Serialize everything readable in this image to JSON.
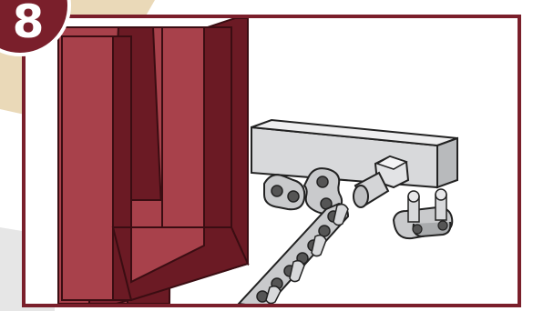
{
  "step": {
    "number": "8"
  },
  "colors": {
    "accent_maroon": "#7a1f2b",
    "frame_red": "#a8414b",
    "frame_dark": "#6b1a24",
    "bracket_gray": "#cfd1d3",
    "background_tan": "#ead9b8"
  },
  "illustration": {
    "parts": [
      "gate-frame",
      "mounting-bracket",
      "chain-link-plates",
      "hex-bolt",
      "master-link",
      "roller-chain"
    ]
  }
}
